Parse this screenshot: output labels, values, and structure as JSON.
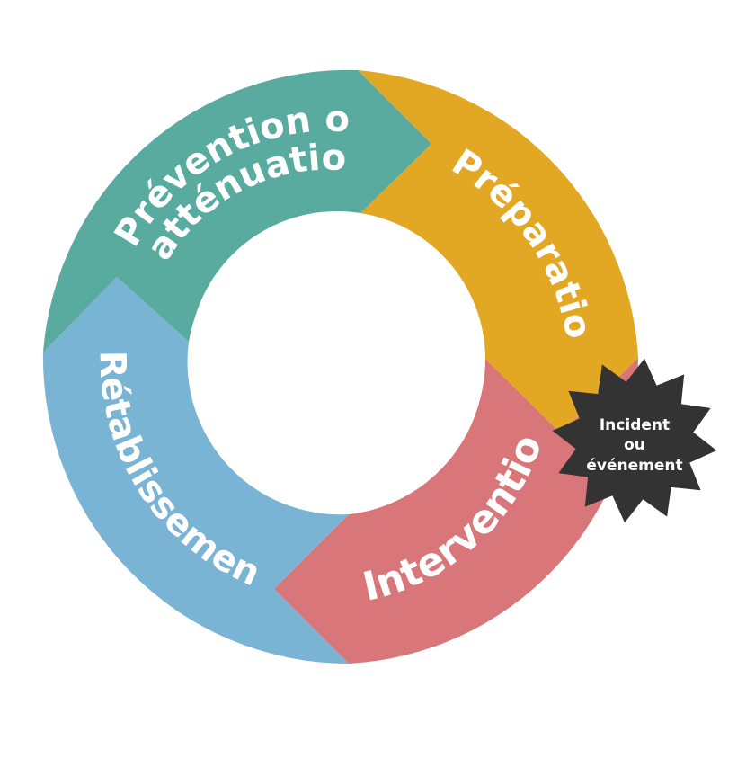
{
  "segments": {
    "prevention": {
      "line1": "Prévention ou",
      "line2": "atténuation",
      "color": "#5aab9f"
    },
    "preparation": {
      "label": "Préparation",
      "color": "#e3a823"
    },
    "intervention": {
      "label": "Intervention",
      "color": "#d8767a"
    },
    "retablissement": {
      "label": "Rétablissement",
      "color": "#7ab4d4"
    }
  },
  "incident": {
    "line1": "Incident",
    "line2": "ou",
    "line3": "événement",
    "color": "#333333"
  }
}
